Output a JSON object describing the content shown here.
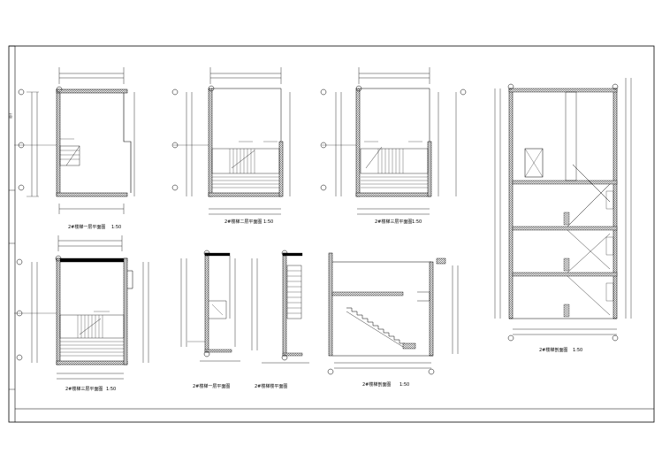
{
  "plan_caption_1": "2#楼梯一层平面图",
  "plan_caption_2": "2#楼梯二层平面图",
  "plan_caption_3": "2#楼梯三层平面图",
  "plan_caption_4": "2#楼梯三层平面图",
  "plan_caption_5": "2#楼梯一层平面图",
  "plan_caption_6": "2#楼梯楼平面图",
  "section_caption_1": "2#楼梯剖面图",
  "section_caption_2": "2#楼梯剖面图",
  "scale": "1:50",
  "side_label": "设计",
  "colors": {
    "line": "#000000",
    "paper": "#ffffff"
  }
}
